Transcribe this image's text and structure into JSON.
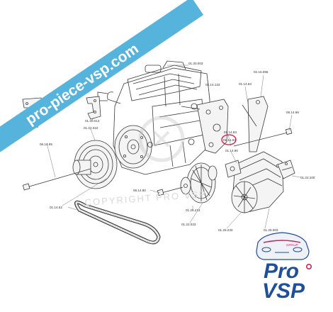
{
  "watermark": {
    "banner_text": "pro-piece-vsp.com",
    "banner_color": "#56b4dc",
    "copyright_text": "COPYRIGHT PRO VSP"
  },
  "callouts": {
    "c1": "01.30.003",
    "c2": "02.14.133",
    "c3": "02.16.066",
    "c4": "01.14.63",
    "c5": "06.14.66",
    "c6": "01.30.012",
    "c7": "01.30.013",
    "c8": "01.22.022",
    "c9": "06.14.95",
    "c10": "01.14.63",
    "c11": "01.14.62",
    "c12": "01.14.90",
    "c13": "01.22.100",
    "c14": "06.14.80",
    "c15": "01.26.213",
    "c16": "01.14.52",
    "c17": "01.22.023",
    "c18": "01.26.233",
    "c19": "01.26.003"
  },
  "highlight": {
    "color": "#e0104a"
  },
  "logo": {
    "tag": "GROUP",
    "line1": "Pro",
    "line2": "VSP",
    "primary_color": "#1f4f99",
    "accent_color": "#c9245a"
  }
}
